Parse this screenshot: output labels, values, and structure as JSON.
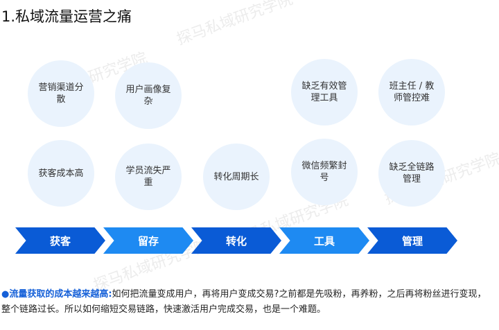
{
  "title": "1.私域流量运营之痛",
  "watermark": "探马私域研究学院",
  "circles": {
    "r1c1": "营销渠道分散",
    "r1c2": "用户画像复杂",
    "r1c4": "缺乏有效管理工具",
    "r1c5": "班主任 / 教师管控难",
    "r2c1": "获客成本高",
    "r2c2": "学员流失严重",
    "r2c3": "转化周期长",
    "r2c4": "微信频繁封号",
    "r2c5": "缺乏全链路管理"
  },
  "stages": [
    "获客",
    "留存",
    "转化",
    "工具",
    "管理"
  ],
  "description": {
    "bullet": "●",
    "highlight": "流量获取的成本越来越高:",
    "text": "如何把流量变成用户，再将用户变成交易?之前都是先吸粉，再养粉，之后再将粉丝进行变现，整个链路过长。所以如何缩短交易链路，快速激活用户完成交易，也是一个难题。"
  }
}
